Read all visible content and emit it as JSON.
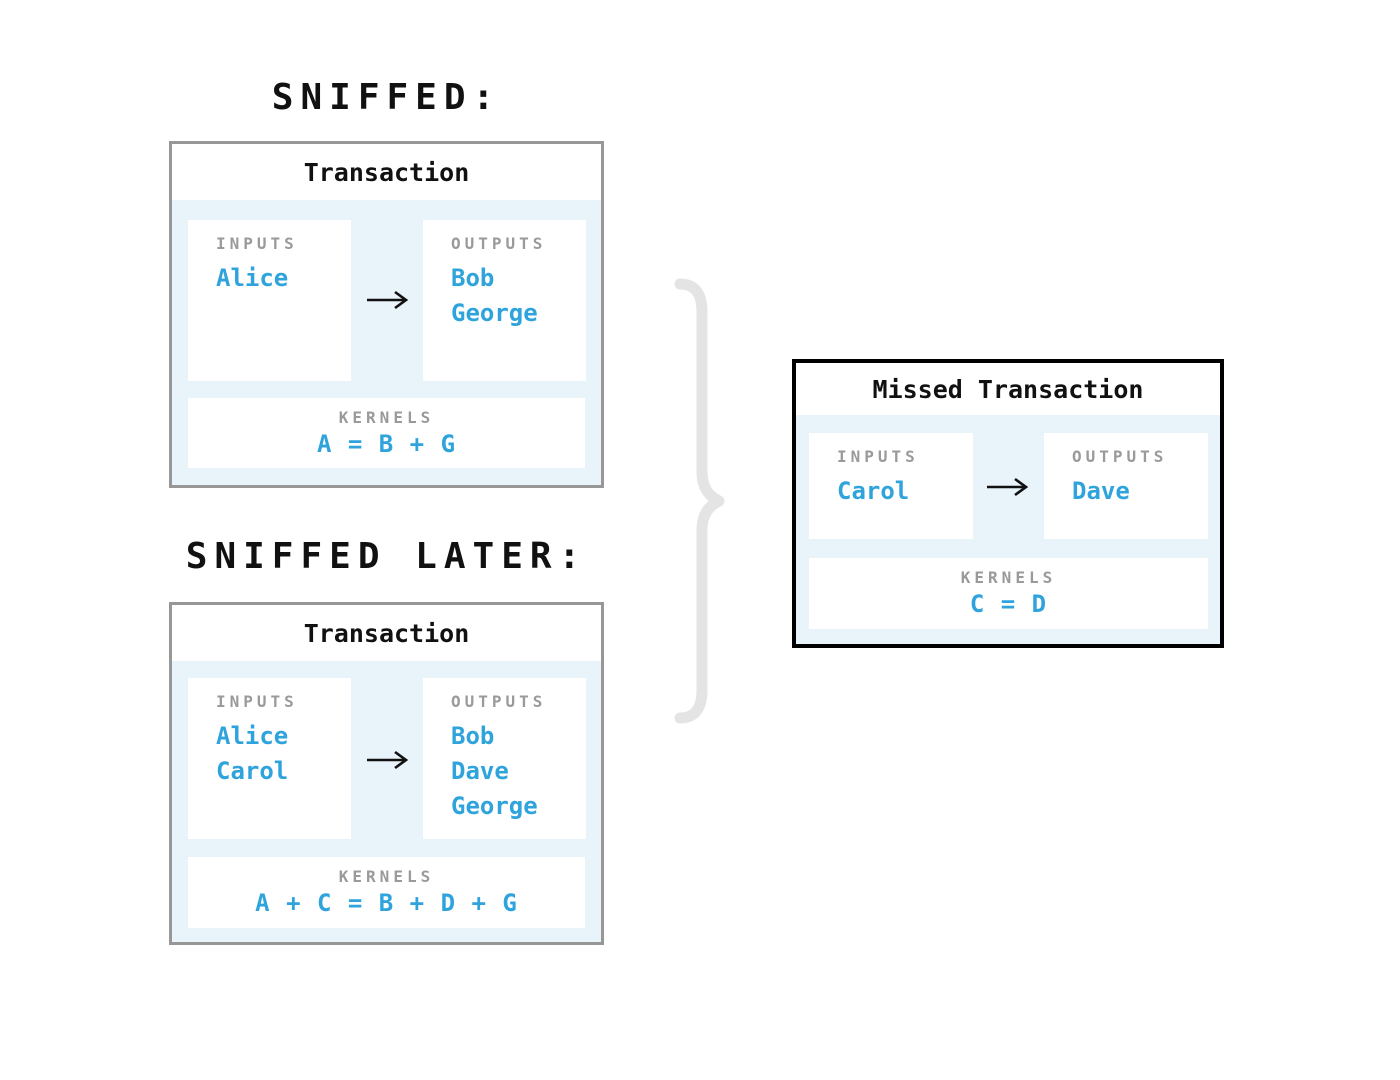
{
  "headings": {
    "sniffed": "SNIFFED:",
    "sniffed_later": "SNIFFED LATER:"
  },
  "transactions": {
    "sniffed": {
      "title": "Transaction",
      "inputs_label": "INPUTS",
      "inputs": [
        "Alice"
      ],
      "outputs_label": "OUTPUTS",
      "outputs": [
        "Bob",
        "George"
      ],
      "kernels_label": "KERNELS",
      "kernel": "A = B + G"
    },
    "sniffed_later": {
      "title": "Transaction",
      "inputs_label": "INPUTS",
      "inputs": [
        "Alice",
        "Carol"
      ],
      "outputs_label": "OUTPUTS",
      "outputs": [
        "Bob",
        "Dave",
        "George"
      ],
      "kernels_label": "KERNELS",
      "kernel": "A + C = B + D + G"
    },
    "missed": {
      "title": "Missed Transaction",
      "inputs_label": "INPUTS",
      "inputs": [
        "Carol"
      ],
      "outputs_label": "OUTPUTS",
      "outputs": [
        "Dave"
      ],
      "kernels_label": "KERNELS",
      "kernel": "C = D"
    }
  },
  "icons": {
    "arrow": "right-arrow",
    "brace": "curly-brace"
  },
  "colors": {
    "accent_blue": "#2fa3dc",
    "label_gray": "#9a9a9a",
    "panel_light_blue": "#e8f4fa",
    "box_border_gray": "#979797",
    "missed_border_black": "#000000",
    "brace_gray": "#e4e4e4",
    "text_black": "#111111"
  }
}
